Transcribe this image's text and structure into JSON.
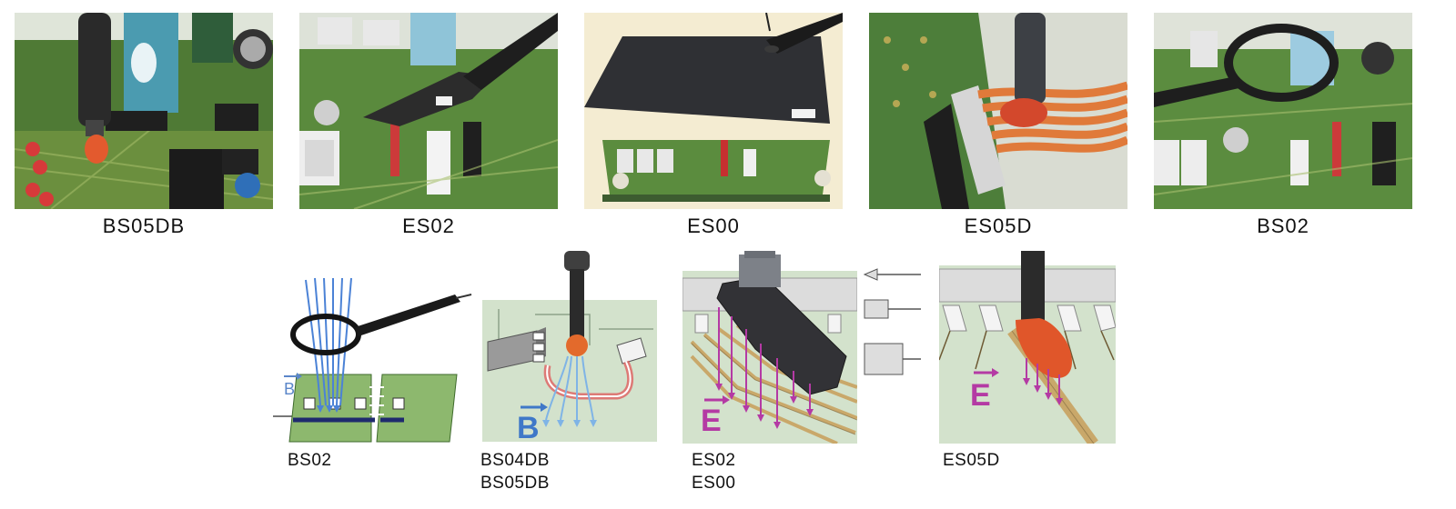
{
  "photos": [
    {
      "caption": "BS05DB"
    },
    {
      "caption": "ES02"
    },
    {
      "caption": "ES00"
    },
    {
      "caption": "ES05D"
    },
    {
      "caption": "BS02"
    }
  ],
  "diagrams": [
    {
      "caption": "BS02",
      "field_label": "B",
      "field_color": "#5b86c9"
    },
    {
      "caption_line1": "BS04DB",
      "caption_line2": "BS05DB",
      "field_label": "B",
      "field_color": "#3f78c8"
    },
    {
      "caption_line1": "ES02",
      "caption_line2": "ES00",
      "field_label": "E",
      "field_color": "#b43aa4"
    },
    {
      "caption": "ES05D",
      "field_label": "E",
      "field_color": "#b43aa4"
    }
  ],
  "colors": {
    "pcb_green": "#5d8a3a",
    "probe_red": "#d2402a",
    "diagram_bg": "#d3e2cc",
    "trace_gold": "#c9a86a"
  }
}
